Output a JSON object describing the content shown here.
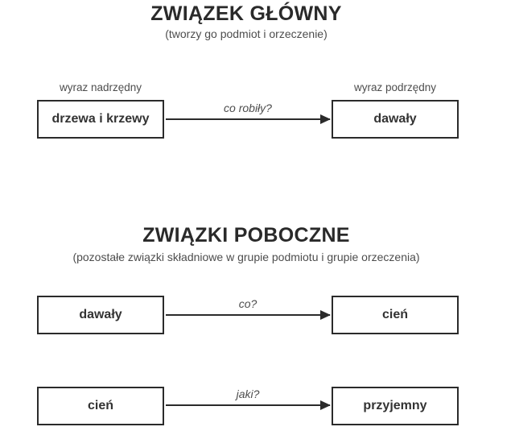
{
  "colors": {
    "background": "#ffffff",
    "ink": "#2b2b2b",
    "muted_text": "#4d4d4d",
    "box_text": "#333333"
  },
  "sections": [
    {
      "title": "ZWIĄZEK GŁÓWNY",
      "subtitle": "(tworzy go podmiot i orzeczenie)",
      "rows": [
        {
          "left_label": "wyraz nadrzędny",
          "right_label": "wyraz podrzędny",
          "left_box": "drzewa i krzewy",
          "right_box": "dawały",
          "arrow_label": "co robiły?"
        }
      ]
    },
    {
      "title": "ZWIĄZKI POBOCZNE",
      "subtitle": "(pozostałe związki składniowe w grupie podmiotu i grupie orzeczenia)",
      "rows": [
        {
          "left_box": "dawały",
          "right_box": "cień",
          "arrow_label": "co?"
        },
        {
          "left_box": "cień",
          "right_box": "przyjemny",
          "arrow_label": "jaki?"
        }
      ]
    }
  ]
}
